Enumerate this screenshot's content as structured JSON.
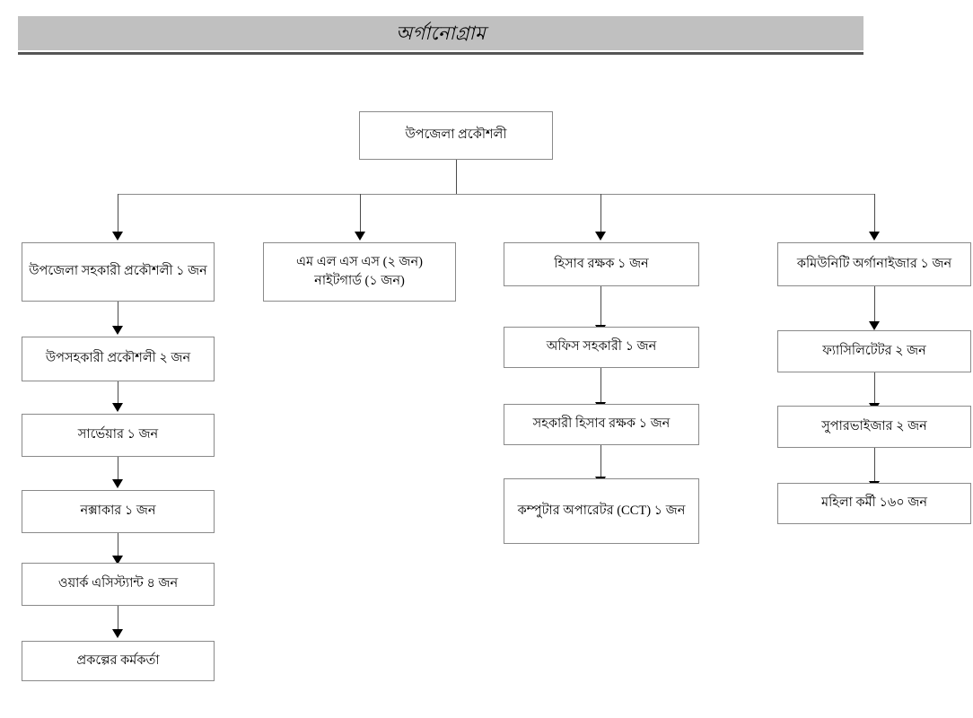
{
  "page": {
    "title": "অর্গানোগ্রাম",
    "background_color": "#ffffff",
    "banner_color": "#c0c0c0",
    "banner_underline_color": "#555555",
    "box_border_color": "#8a8a8a",
    "connector_color": "#4a4a4a"
  },
  "chart": {
    "type": "org-chart",
    "root": {
      "id": "upazila-engineer",
      "label": "উপজেলা প্রকৌশলী"
    },
    "columns": [
      {
        "id": "column-1",
        "nodes": [
          {
            "id": "upazila-assistant-engineer",
            "label": "উপজেলা সহকারী প্রকৌশলী ১ জন"
          },
          {
            "id": "sub-assistant-engineer",
            "label": "উপসহকারী প্রকৌশলী ২ জন"
          },
          {
            "id": "surveyor",
            "label": "সার্ভেয়ার  ১ জন"
          },
          {
            "id": "draftsman",
            "label": "নক্সাকার  ১ জন"
          },
          {
            "id": "work-assistant",
            "label": "ওয়ার্ক এসিস্ট্যান্ট ৪ জন"
          },
          {
            "id": "project-officer",
            "label": "প্রকল্পের কর্মকর্তা"
          }
        ]
      },
      {
        "id": "column-2",
        "nodes": [
          {
            "id": "mlss-nightguard",
            "label": "এম এল এস এস (২ জন)\nনাইটগার্ড (১ জন)"
          }
        ]
      },
      {
        "id": "column-3",
        "nodes": [
          {
            "id": "accountant",
            "label": "হিসাব রক্ষক ১ জন"
          },
          {
            "id": "office-assistant",
            "label": "অফিস সহকারী ১ জন"
          },
          {
            "id": "assistant-accountant",
            "label": "সহকারী হিসাব রক্ষক ১ জন"
          },
          {
            "id": "computer-operator",
            "label": "কম্পুটার অপারেটর (CCT) ১ জন"
          }
        ]
      },
      {
        "id": "column-4",
        "nodes": [
          {
            "id": "community-organizer",
            "label": "কমিউনিটি অর্গানাইজার ১ জন"
          },
          {
            "id": "facilitator",
            "label": "ফ্যাসিলিটেটর ২ জন"
          },
          {
            "id": "supervisor",
            "label": "সুপারভাইজার ২ জন"
          },
          {
            "id": "female-worker",
            "label": "মহিলা কর্মী ১৬০ জন"
          }
        ]
      }
    ]
  }
}
